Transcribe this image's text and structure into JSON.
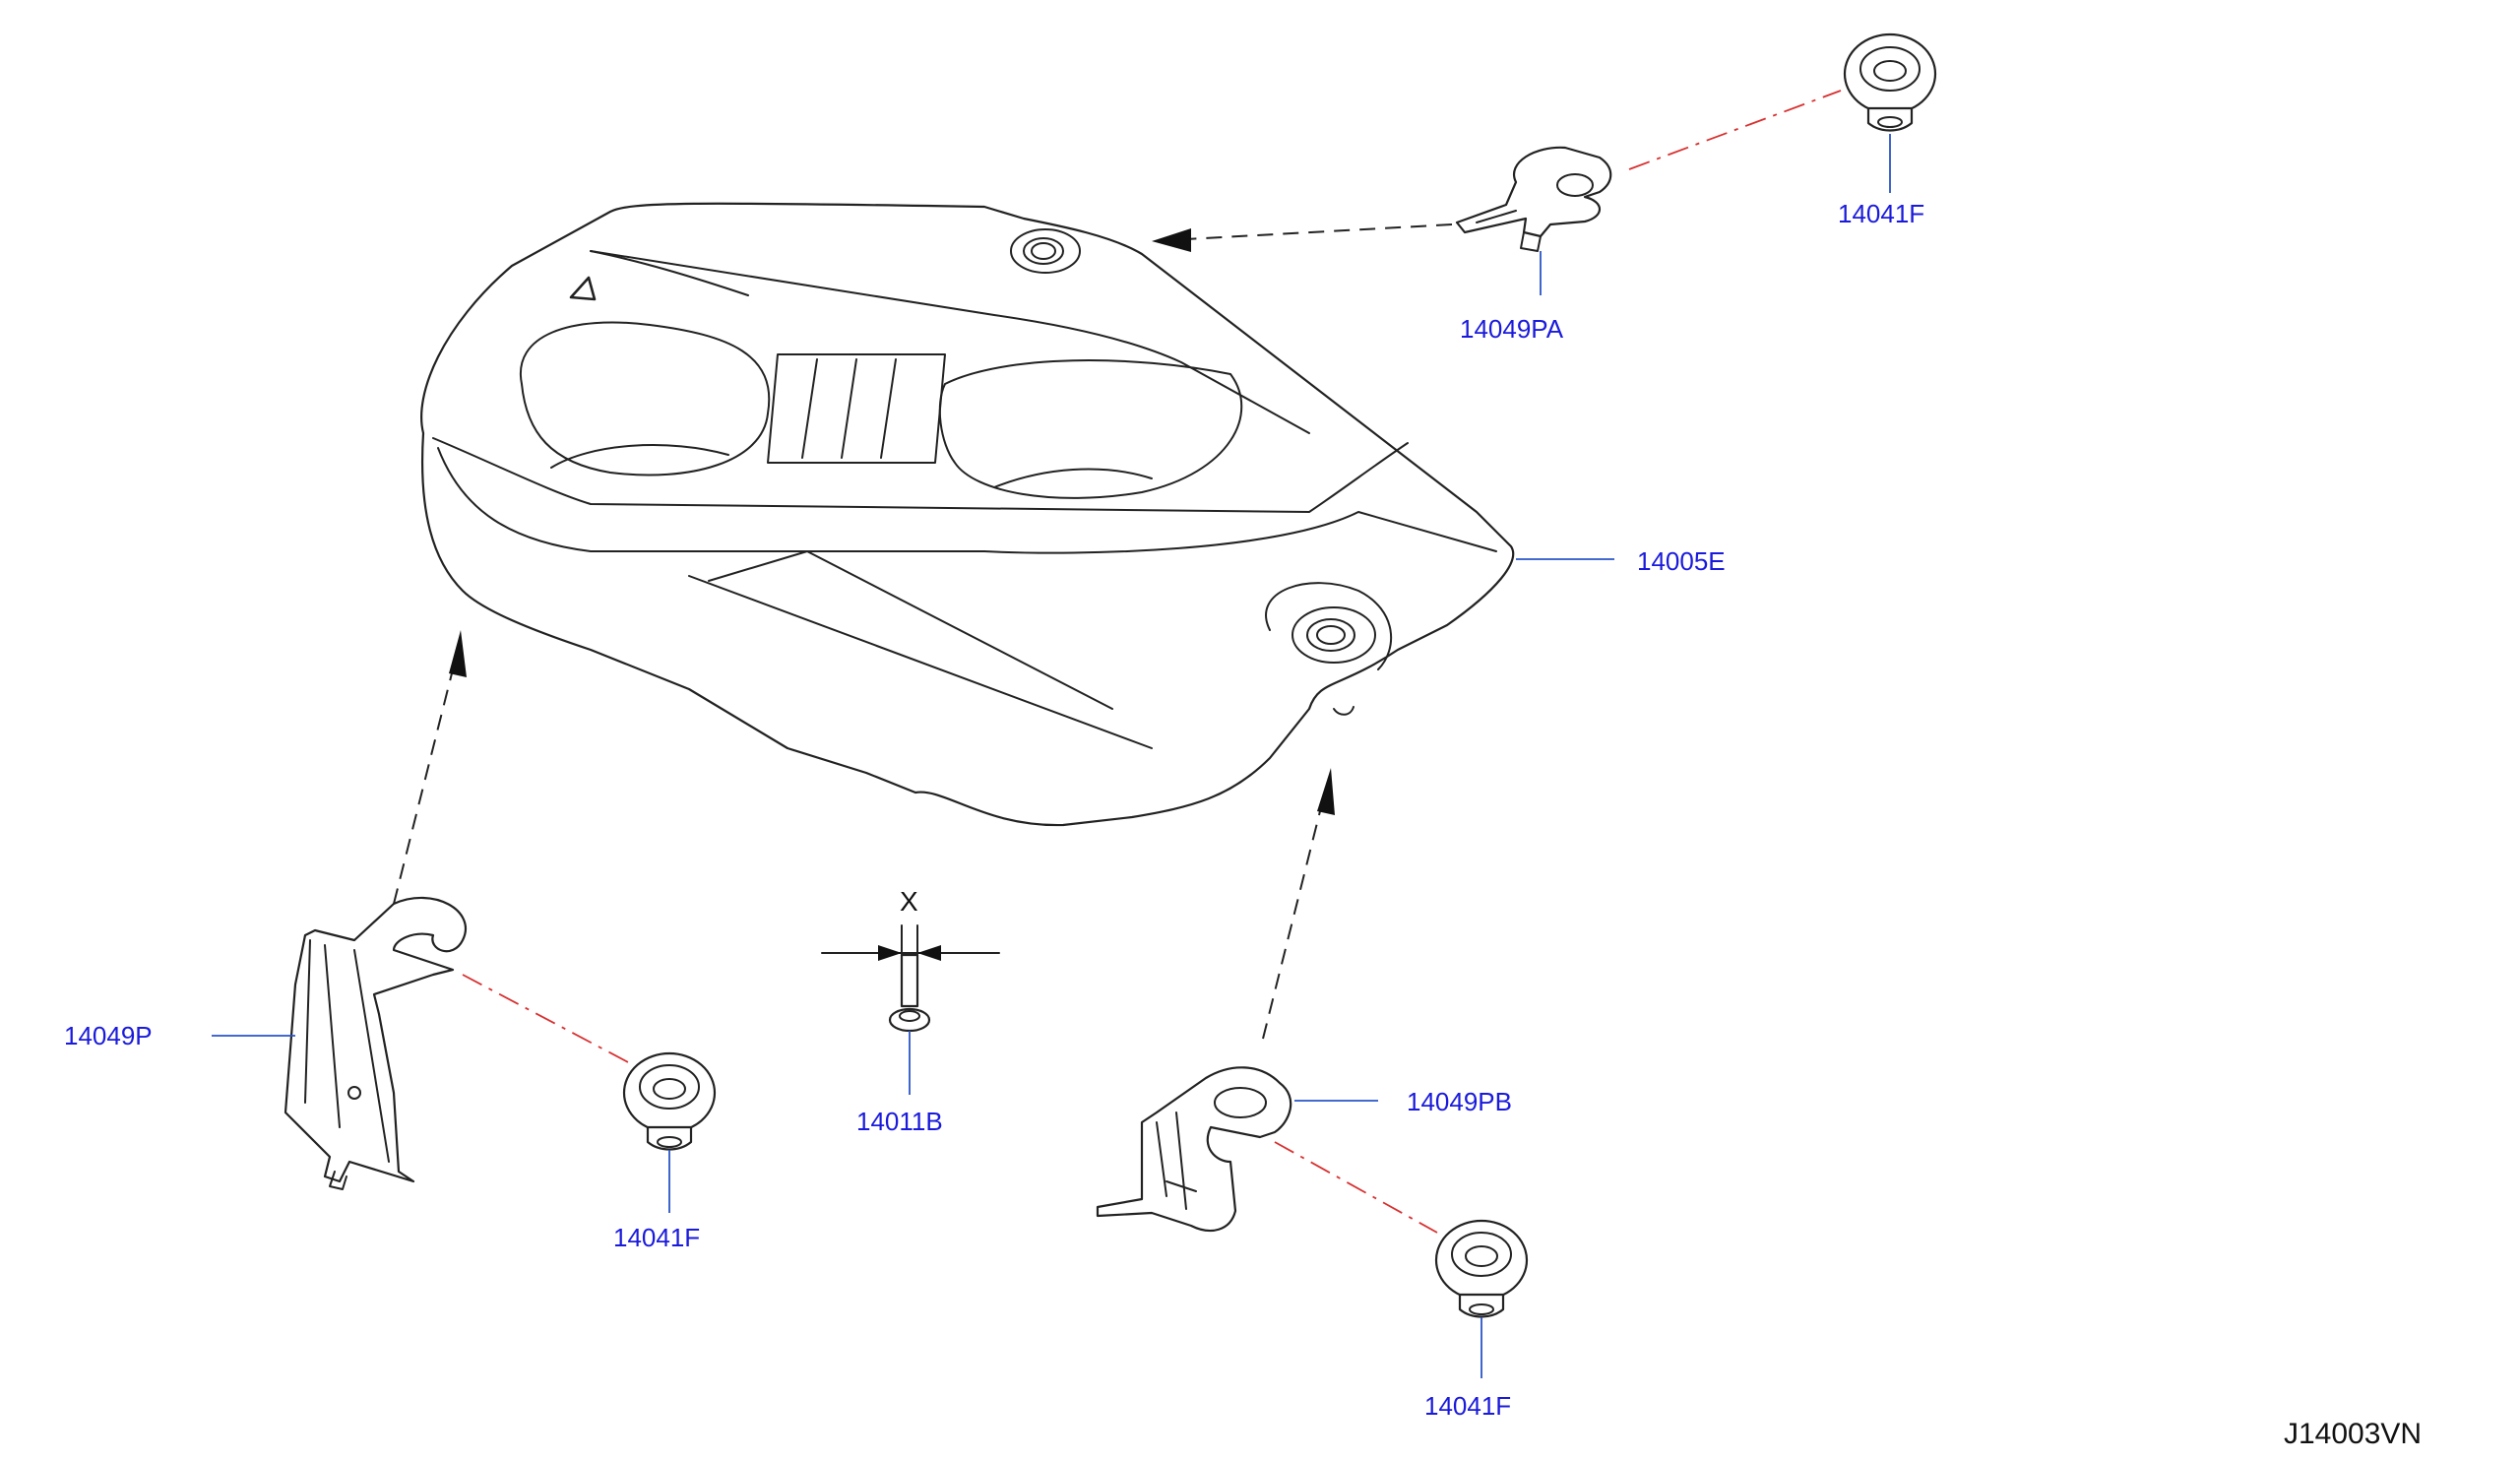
{
  "labels": {
    "engine_cover": "14005E",
    "bracket_pa": "14049PA",
    "bracket_p": "14049P",
    "bracket_pb": "14049PB",
    "grommet_top": "14041F",
    "grommet_left": "14041F",
    "grommet_right": "14041F",
    "bolt": "14011B",
    "dimension_x": "X"
  },
  "diagram_code": "J14003VN"
}
